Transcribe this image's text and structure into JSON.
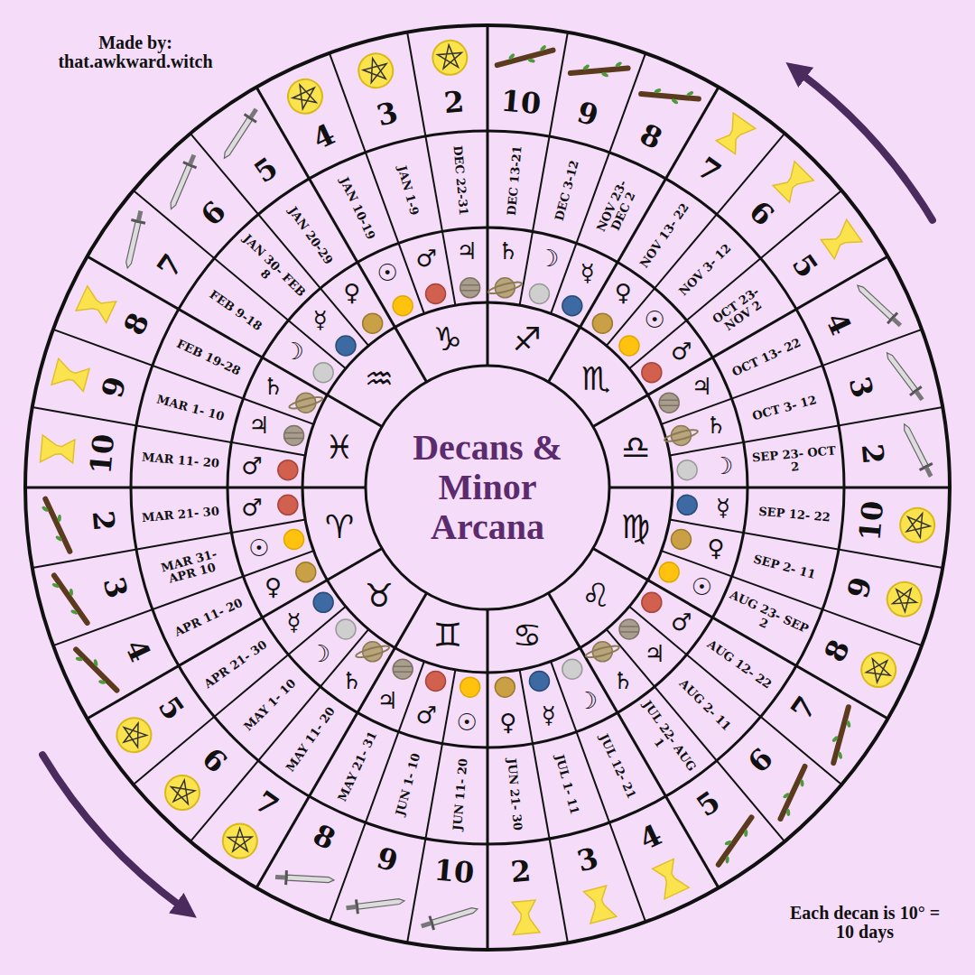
{
  "diagram": {
    "title": "Decans & Minor Arcana",
    "labels": [
      "Made by: that.awkward.witch",
      "Each decan is 10° = 10 days",
      "♈",
      "♉",
      "♊",
      "♋",
      "♌",
      "♍",
      "♎",
      "♏",
      "♐",
      "♑",
      "♒",
      "♓",
      "♂",
      "MAR 21- 30",
      "2",
      "☉",
      "MAR 31- APR 10",
      "3",
      "♀",
      "APR 11- 20",
      "4",
      "☿",
      "APR 21- 30",
      "5",
      "☽",
      "MAY 1- 10",
      "6",
      "♄",
      "MAY 11- 20",
      "7",
      "♃",
      "MAY 21- 31",
      "8",
      "♂",
      "JUN 1- 10",
      "9",
      "☉",
      "JUN 11- 20",
      "10",
      "♀",
      "JUN 21- 30",
      "2",
      "☿",
      "JUL 1- 11",
      "3",
      "☽",
      "JUL 12- 21",
      "4",
      "♄",
      "JUL 22- AUG 1",
      "5",
      "♃",
      "AUG 2- 11",
      "6",
      "♂",
      "AUG 12- 22",
      "7",
      "☉",
      "AUG 23- SEP 2",
      "8",
      "♀",
      "SEP 2- 11",
      "9",
      "☿",
      "SEP 12- 22",
      "10",
      "☽",
      "SEP 23- OCT 2",
      "2",
      "♄",
      "OCT 3- 12",
      "3",
      "♃",
      "OCT 13- 22",
      "4",
      "♂",
      "OCT 23- NOV 2",
      "5",
      "☉",
      "NOV 3- 12",
      "6",
      "♀",
      "NOV 13- 22",
      "7",
      "☿",
      "NOV 23- DEC 2",
      "8",
      "☽",
      "DEC 3-12",
      "9",
      "♄",
      "DEC 13-21",
      "10",
      "♃",
      "DEC 22-31",
      "2",
      "♂",
      "JAN 1-9",
      "3",
      "☉",
      "JAN 10-19",
      "4",
      "♀",
      "JAN 20-29",
      "5",
      "☿",
      "JAN 30- FEB 8",
      "6",
      "☽",
      "FEB 9-18",
      "7",
      "♄",
      "FEB 19-28",
      "8",
      "♃",
      "MAR 1- 10",
      "9",
      "♂",
      "MAR 11- 20",
      "10"
    ]
  }
}
